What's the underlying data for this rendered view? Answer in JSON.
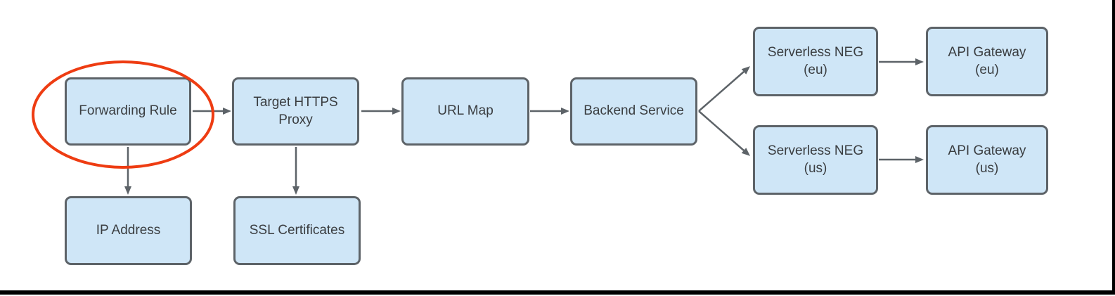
{
  "nodes": {
    "forwarding_rule": {
      "label": "Forwarding Rule"
    },
    "target_https_proxy": {
      "label": "Target HTTPS\nProxy"
    },
    "url_map": {
      "label": "URL Map"
    },
    "backend_service": {
      "label": "Backend Service"
    },
    "serverless_neg_eu": {
      "label": "Serverless NEG\n(eu)"
    },
    "api_gateway_eu": {
      "label": "API Gateway\n(eu)"
    },
    "serverless_neg_us": {
      "label": "Serverless NEG\n(us)"
    },
    "api_gateway_us": {
      "label": "API Gateway\n(us)"
    },
    "ip_address": {
      "label": "IP Address"
    },
    "ssl_certificates": {
      "label": "SSL Certificates"
    }
  },
  "edges": [
    {
      "from": "forwarding_rule",
      "to": "target_https_proxy"
    },
    {
      "from": "target_https_proxy",
      "to": "url_map"
    },
    {
      "from": "url_map",
      "to": "backend_service"
    },
    {
      "from": "backend_service",
      "to": "serverless_neg_eu"
    },
    {
      "from": "backend_service",
      "to": "serverless_neg_us"
    },
    {
      "from": "serverless_neg_eu",
      "to": "api_gateway_eu"
    },
    {
      "from": "serverless_neg_us",
      "to": "api_gateway_us"
    },
    {
      "from": "forwarding_rule",
      "to": "ip_address"
    },
    {
      "from": "target_https_proxy",
      "to": "ssl_certificates"
    }
  ],
  "highlight": {
    "shape": "ellipse",
    "around": "forwarding_rule",
    "color": "#ee3c12"
  },
  "colors": {
    "node_fill": "#cfe6f7",
    "node_border": "#5d6368",
    "arrow": "#5d6368",
    "text": "#3a3d40",
    "ellipse": "#ee3c12",
    "frame": "#000000"
  }
}
